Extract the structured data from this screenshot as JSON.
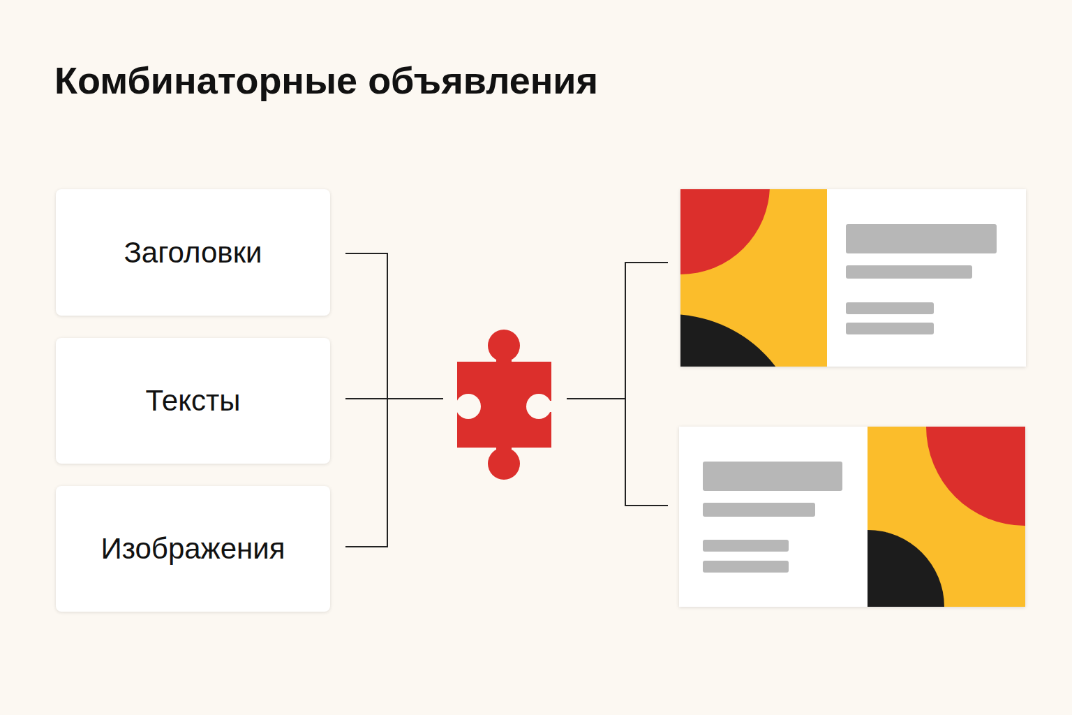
{
  "diagram": {
    "title": "Комбинаторные объявления",
    "nodes": [
      {
        "text": [
          "Заголовки"
        ]
      },
      {
        "text": [
          "Тексты"
        ]
      },
      {
        "text": [
          "Изображения"
        ]
      }
    ]
  }
}
